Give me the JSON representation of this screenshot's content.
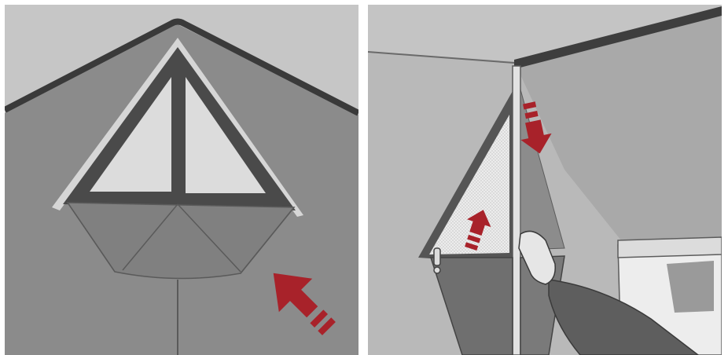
{
  "figure": {
    "panels": [
      {
        "id": "left",
        "subject": "tent-gable-window-with-rolled-cover"
      },
      {
        "id": "right",
        "subject": "tent-corner-mesh-window-zipper"
      }
    ],
    "colors": {
      "sky": "#c6c6c6",
      "tent_wall": "#8a8a8a",
      "ridge": "#3b3b3b",
      "window_glass": "#dcdcdc",
      "mesh": "#e6e6e6",
      "arrow_red": "#a8222a",
      "sleeve": "#5e5e5e"
    },
    "icons": [
      "arrow-up-left-icon",
      "arrow-down-icon",
      "arrow-up-icon",
      "zipper-pull-icon"
    ]
  }
}
